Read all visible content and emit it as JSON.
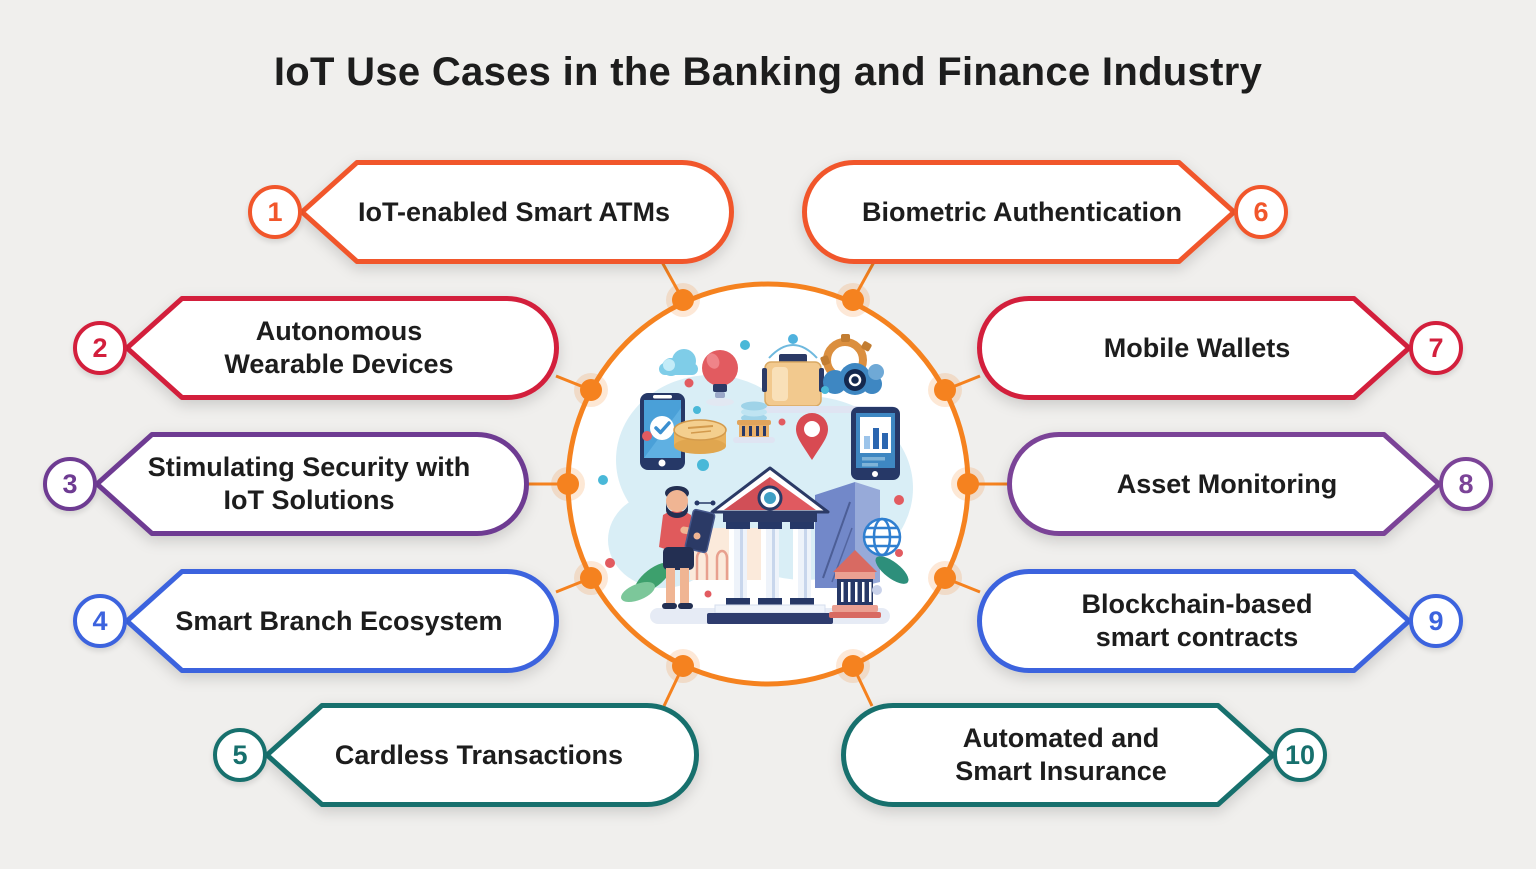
{
  "title": "IoT Use Cases in the Banking and Finance Industry",
  "accent_color": "#F5821F",
  "background_color": "#F0EFED",
  "text_color": "#1D1D1D",
  "center": {
    "illustration": "bank building with IoT devices, person with tablet, coins, smartphone, security camera gears, map pin, globe and charts"
  },
  "items": [
    {
      "number": "1",
      "side": "left",
      "color": "#F1562B",
      "lines": [
        "IoT-enabled Smart ATMs"
      ]
    },
    {
      "number": "2",
      "side": "left",
      "color": "#D31F3C",
      "lines": [
        "Autonomous",
        "Wearable Devices"
      ]
    },
    {
      "number": "3",
      "side": "left",
      "color": "#6E3B92",
      "lines": [
        "Stimulating Security with",
        "IoT Solutions"
      ]
    },
    {
      "number": "4",
      "side": "left",
      "color": "#3C63DE",
      "lines": [
        "Smart Branch Ecosystem"
      ]
    },
    {
      "number": "5",
      "side": "left",
      "color": "#17706D",
      "lines": [
        "Cardless Transactions"
      ]
    },
    {
      "number": "6",
      "side": "right",
      "color": "#F1562B",
      "lines": [
        "Biometric Authentication"
      ]
    },
    {
      "number": "7",
      "side": "right",
      "color": "#D31F3C",
      "lines": [
        "Mobile Wallets"
      ]
    },
    {
      "number": "8",
      "side": "right",
      "color": "#7B4397",
      "lines": [
        "Asset Monitoring"
      ]
    },
    {
      "number": "9",
      "side": "right",
      "color": "#3C63DE",
      "lines": [
        "Blockchain-based",
        "smart contracts"
      ]
    },
    {
      "number": "10",
      "side": "right",
      "color": "#17706D",
      "lines": [
        "Automated and",
        "Smart Insurance"
      ]
    }
  ]
}
